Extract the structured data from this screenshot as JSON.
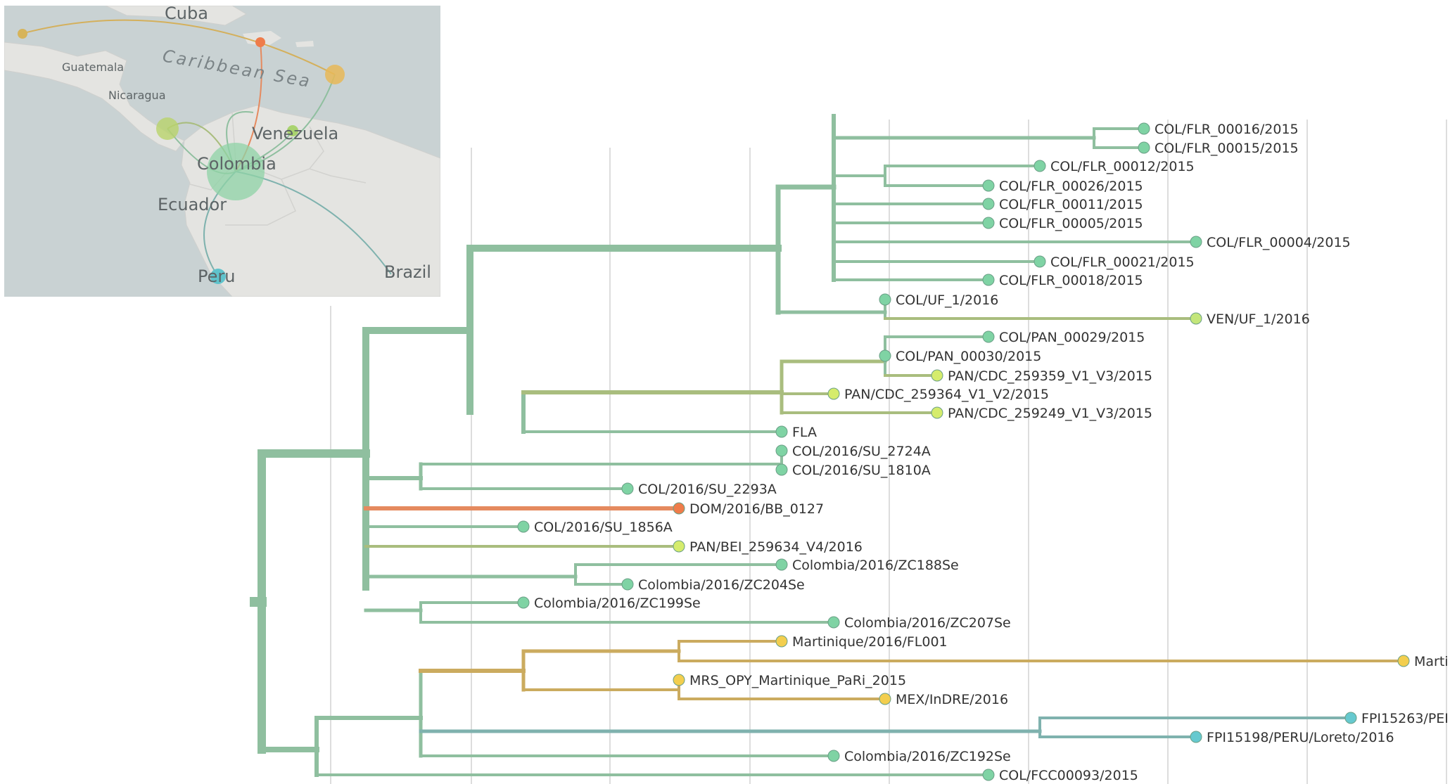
{
  "map": {
    "labels": {
      "cuba": "Cuba",
      "guatemala": "Guatemala",
      "nicaragua": "Nicaragua",
      "caribbean_sea": "Caribbean Sea",
      "venezuela": "Venezuela",
      "colombia": "Colombia",
      "ecuador": "Ecuador",
      "peru": "Peru",
      "brazil": "Brazil"
    }
  },
  "colors": {
    "colombia": "#8fbf9f",
    "panama": "#a9bd7e",
    "dominican_republic": "#e58a5f",
    "martinique": "#cbab5f",
    "peru": "#7fb2ae",
    "tip_colombia": "#7fd3a4",
    "tip_panama": "#d5ec6c",
    "tip_venezuela": "#c3e67a",
    "tip_martinique": "#f3ce4e",
    "tip_peru": "#66c9cf",
    "tip_dominican_republic": "#ef7c4a",
    "gridline": "#dddddd"
  },
  "tree": {
    "tips": [
      {
        "id": "t1",
        "label": "COL/FLR_00016/2015"
      },
      {
        "id": "t2",
        "label": "COL/FLR_00015/2015"
      },
      {
        "id": "t3",
        "label": "COL/FLR_00012/2015"
      },
      {
        "id": "t4",
        "label": "COL/FLR_00026/2015"
      },
      {
        "id": "t5",
        "label": "COL/FLR_00011/2015"
      },
      {
        "id": "t6",
        "label": "COL/FLR_00005/2015"
      },
      {
        "id": "t7",
        "label": "COL/FLR_00004/2015"
      },
      {
        "id": "t8",
        "label": "COL/FLR_00021/2015"
      },
      {
        "id": "t9",
        "label": "COL/FLR_00018/2015"
      },
      {
        "id": "t10",
        "label": "COL/UF_1/2016"
      },
      {
        "id": "t11",
        "label": "VEN/UF_1/2016"
      },
      {
        "id": "t12",
        "label": "COL/PAN_00029/2015"
      },
      {
        "id": "t13",
        "label": "COL/PAN_00030/2015"
      },
      {
        "id": "t14",
        "label": "PAN/CDC_259359_V1_V3/2015"
      },
      {
        "id": "t15",
        "label": "PAN/CDC_259364_V1_V2/2015"
      },
      {
        "id": "t16",
        "label": "PAN/CDC_259249_V1_V3/2015"
      },
      {
        "id": "t17",
        "label": "FLA"
      },
      {
        "id": "t18",
        "label": "COL/2016/SU_2724A"
      },
      {
        "id": "t19",
        "label": "COL/2016/SU_1810A"
      },
      {
        "id": "t20",
        "label": "COL/2016/SU_2293A"
      },
      {
        "id": "t21",
        "label": "DOM/2016/BB_0127"
      },
      {
        "id": "t22",
        "label": "COL/2016/SU_1856A"
      },
      {
        "id": "t23",
        "label": "PAN/BEI_259634_V4/2016"
      },
      {
        "id": "t24",
        "label": "Colombia/2016/ZC188Se"
      },
      {
        "id": "t25",
        "label": "Colombia/2016/ZC204Se"
      },
      {
        "id": "t26",
        "label": "Colombia/2016/ZC199Se"
      },
      {
        "id": "t27",
        "label": "Colombia/2016/ZC207Se"
      },
      {
        "id": "t28",
        "label": "Martinique/2016/FL001"
      },
      {
        "id": "t29",
        "label": "Marti"
      },
      {
        "id": "t30",
        "label": "MRS_OPY_Martinique_PaRi_2015"
      },
      {
        "id": "t31",
        "label": "MEX/InDRE/2016"
      },
      {
        "id": "t32",
        "label": "FPI15263/PEI"
      },
      {
        "id": "t33",
        "label": "FPI15198/PERU/Loreto/2016"
      },
      {
        "id": "t34",
        "label": "Colombia/2016/ZC192Se"
      },
      {
        "id": "t35",
        "label": "COL/FCC00093/2015"
      }
    ]
  }
}
